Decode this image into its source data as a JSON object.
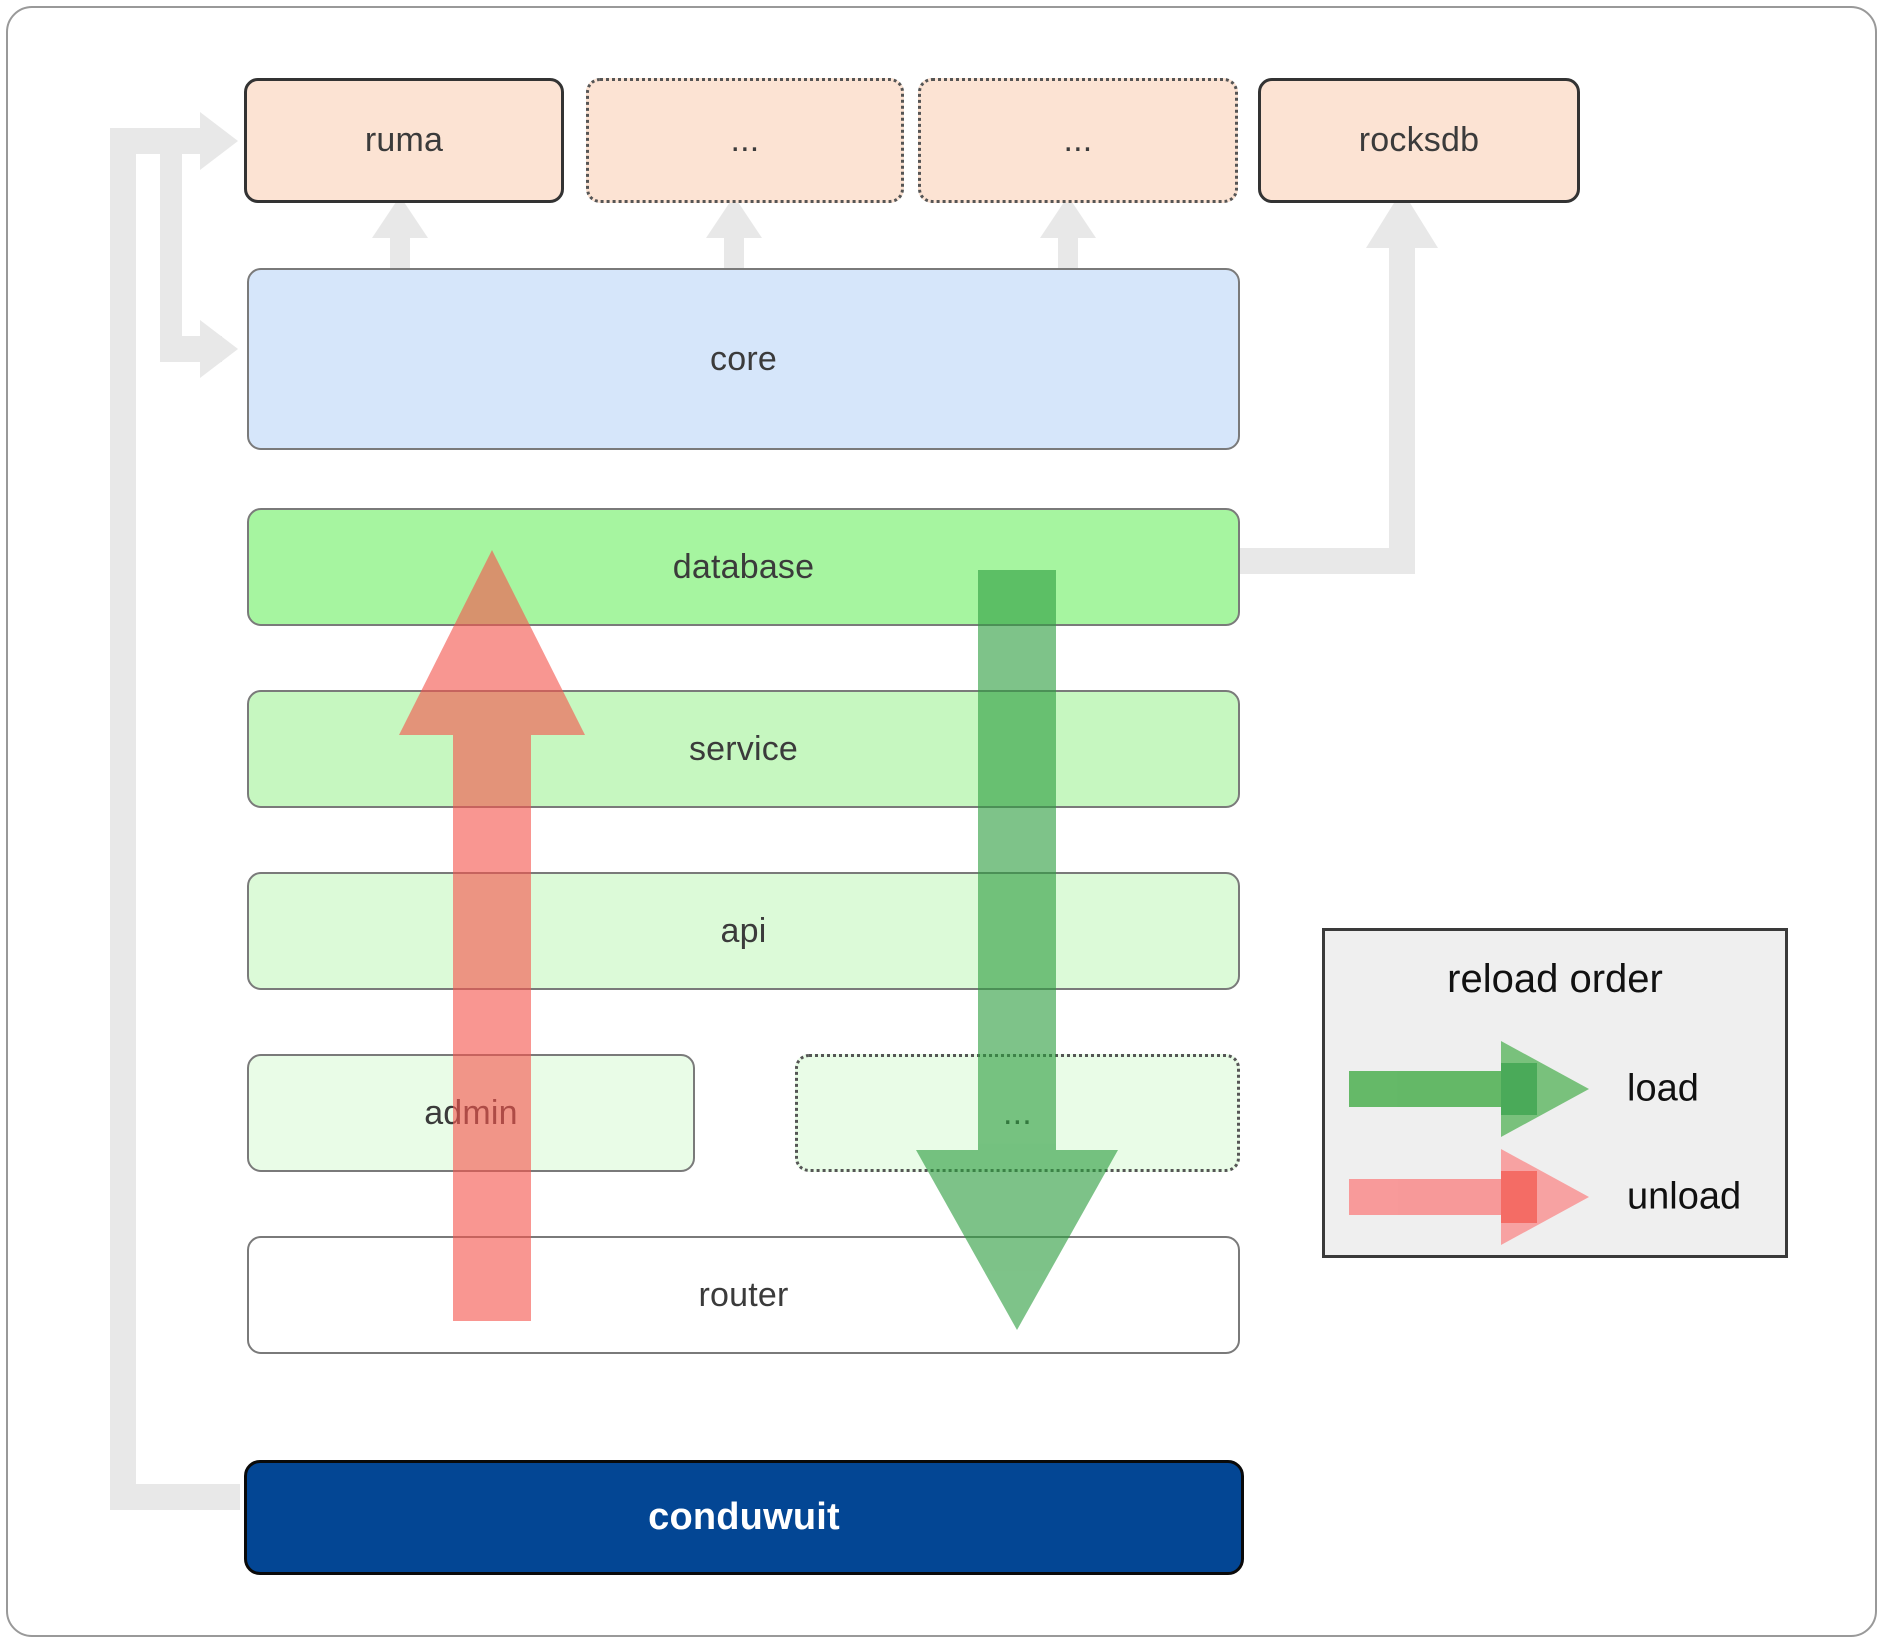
{
  "diagram": {
    "title": "conduwuit crate dependency / reload order",
    "colors": {
      "external": "#fce3d3",
      "core": "#d6e6fa",
      "database": "#a6f5a0",
      "service": "#c6f7c0",
      "api": "#dcfad8",
      "admin": "#e9fce7",
      "router": "#ffffff",
      "binary": "#034694",
      "wire": "#e8e8e8",
      "load": "#4caf50",
      "unload": "#f87171",
      "legend_bg": "#efefef",
      "border": "#7a7a7a"
    },
    "external_row": [
      {
        "label": "ruma",
        "style": "solid-dark"
      },
      {
        "label": "...",
        "style": "dotted"
      },
      {
        "label": "...",
        "style": "dotted"
      },
      {
        "label": "rocksdb",
        "style": "solid-dark"
      }
    ],
    "layers": [
      {
        "label": "core",
        "style": "solid",
        "tone": "blue"
      },
      {
        "label": "database",
        "style": "solid",
        "tone": "g1"
      },
      {
        "label": "service",
        "style": "solid",
        "tone": "g2"
      },
      {
        "label": "api",
        "style": "solid",
        "tone": "g3"
      }
    ],
    "admin_row": [
      {
        "label": "admin",
        "style": "solid",
        "tone": "g4"
      },
      {
        "label": "...",
        "style": "dotted",
        "tone": "g4"
      }
    ],
    "router": {
      "label": "router",
      "style": "solid",
      "tone": "white"
    },
    "binary": {
      "label": "conduwuit"
    }
  },
  "legend": {
    "title": "reload order",
    "items": [
      {
        "label": "load",
        "color": "#4caf50"
      },
      {
        "label": "unload",
        "color": "#f87171"
      }
    ]
  }
}
